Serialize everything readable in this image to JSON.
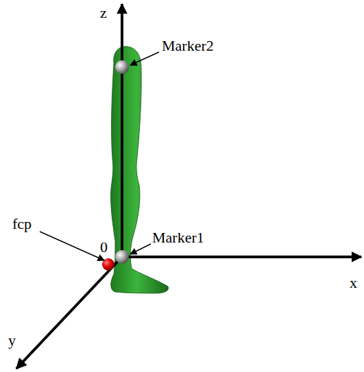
{
  "diagram": {
    "labels": [
      "z",
      "Marker2",
      "fcp",
      "0",
      "Marker1",
      "x",
      "y"
    ]
  }
}
